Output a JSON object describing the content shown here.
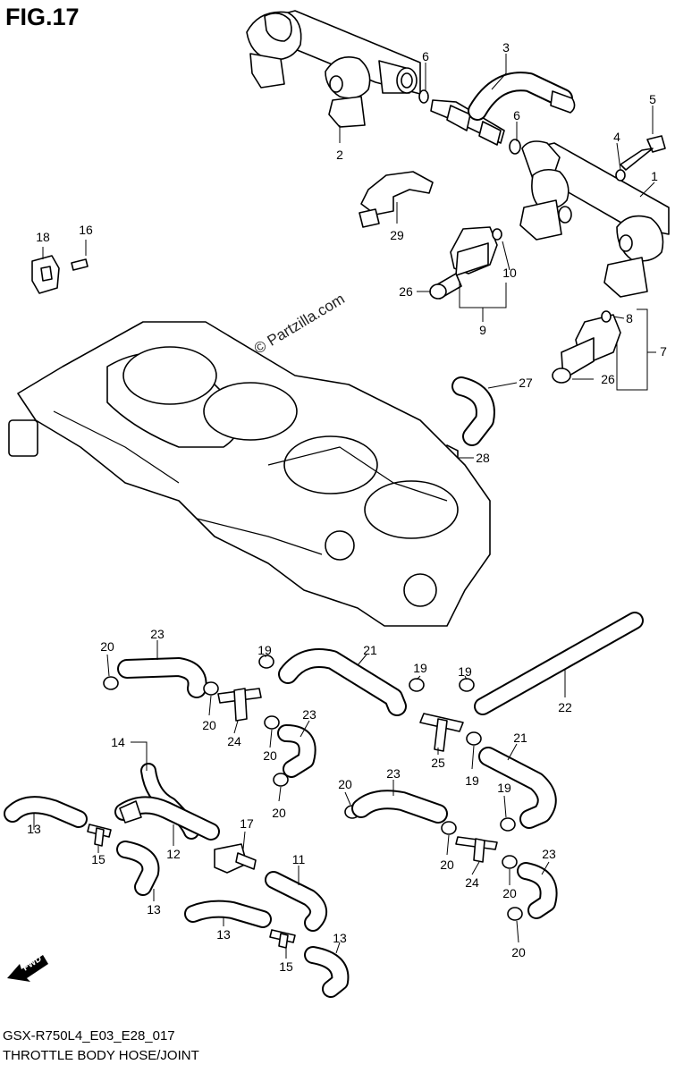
{
  "figure_title": "FIG.17",
  "footer": {
    "model_code": "GSX-R750L4_E03_E28_017",
    "section_name": "THROTTLE BODY HOSE/JOINT"
  },
  "watermark": "© Partzilla.com",
  "direction_arrow": "FWD",
  "callouts": [
    "3",
    "6",
    "5",
    "6",
    "4",
    "1",
    "2",
    "29",
    "18",
    "16",
    "10",
    "26",
    "9",
    "8",
    "7",
    "27",
    "26",
    "28",
    "20",
    "23",
    "19",
    "21",
    "19",
    "19",
    "22",
    "20",
    "24",
    "20",
    "23",
    "14",
    "20",
    "25",
    "21",
    "19",
    "20",
    "23",
    "19",
    "13",
    "15",
    "12",
    "17",
    "20",
    "24",
    "20",
    "23",
    "11",
    "13",
    "13",
    "15",
    "13",
    "20"
  ]
}
